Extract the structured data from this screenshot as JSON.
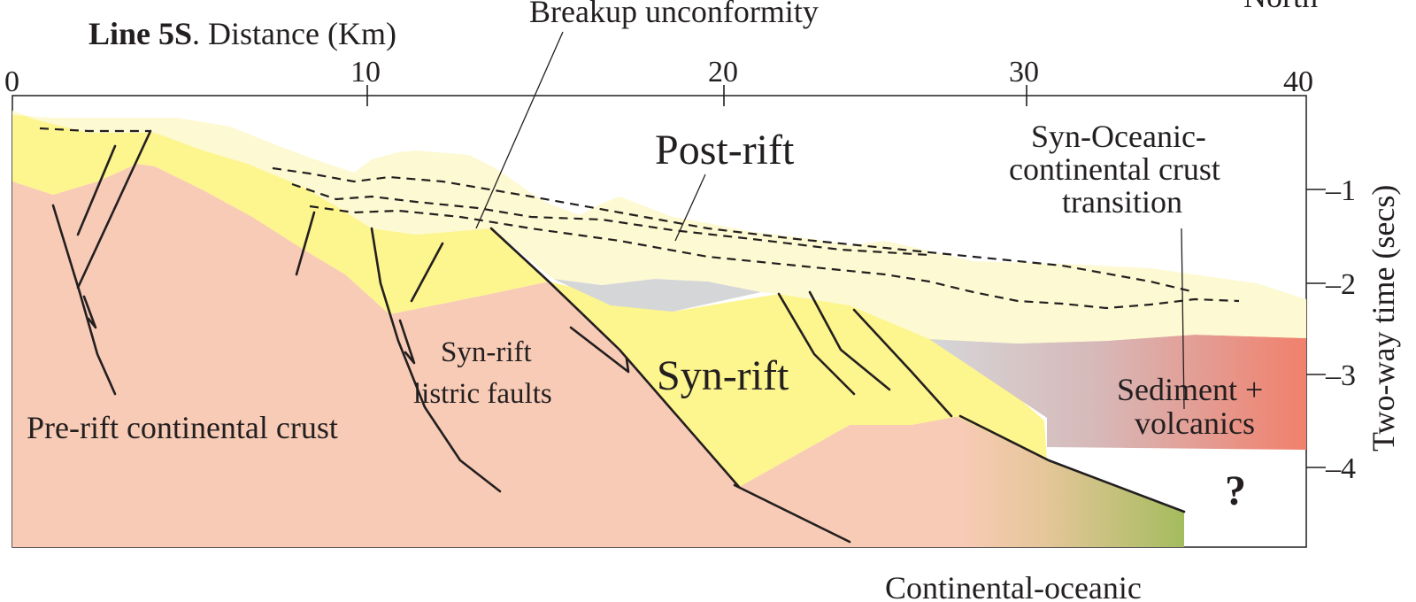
{
  "header": {
    "line_name": "Line 5S",
    "line_suffix": ". Distance (Km)",
    "north_label": "North"
  },
  "x_axis": {
    "ticks": [
      "0",
      "10",
      "20",
      "30",
      "40"
    ]
  },
  "y_axis": {
    "label": "Two-way time (secs)",
    "ticks": [
      "1",
      "2",
      "3",
      "4"
    ]
  },
  "labels": {
    "breakup_unconformity": "Breakup unconformity",
    "post_rift": "Post-rift",
    "syn_oceanic_1": "Syn-Oceanic-",
    "syn_oceanic_2": "continental crust",
    "syn_oceanic_3": "transition",
    "syn_rift_faults_1": "Syn-rift",
    "syn_rift_faults_2": "listric faults",
    "syn_rift": "Syn-rift",
    "sediment_1": "Sediment +",
    "sediment_2": "volcanics",
    "pre_rift": "Pre-rift continental crust",
    "question": "?",
    "continental_oceanic": "Continental-oceanic"
  },
  "colors": {
    "pre_rift_crust": "#f8cbb6",
    "syn_rift": "#fdf58d",
    "post_rift": "#fdf9d2",
    "grey_wedge": "#d5d6d8",
    "volcanics_red": "#f1806c",
    "oceanic_green": "#a4bc5e"
  }
}
